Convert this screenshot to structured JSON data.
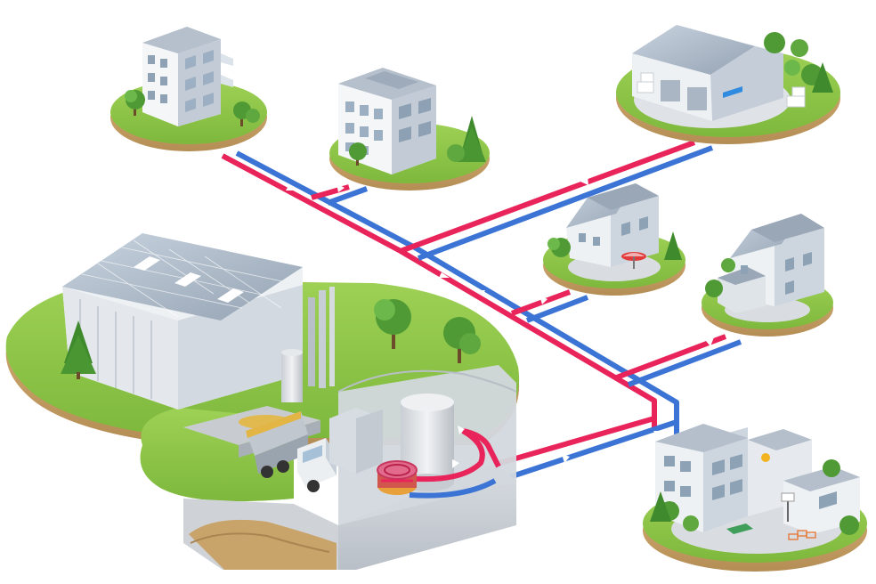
{
  "colors": {
    "supply_pipe": "#e8245a",
    "return_pipe": "#3b74d4",
    "grass": "#8ec545",
    "grass_dark": "#6fa534",
    "soil": "#c9a46a",
    "building_light": "#eef1f4",
    "building_mid": "#cfd6de",
    "building_dark": "#9aa5b1",
    "roof": "#8c97a6",
    "solar": "#b7c7da",
    "tree": "#3f8a2c",
    "tree_light": "#5eaa3d",
    "background": "#ffffff"
  },
  "scene": {
    "type": "district-heating-network",
    "plant": {
      "parts": [
        "biomass-plant-hall",
        "solar-roof",
        "chimney",
        "wood-chip-truck",
        "boiler",
        "storage-tank",
        "wood-chip-bunker"
      ]
    },
    "consumers": [
      "apartment-building-top-left",
      "apartment-building-top-center",
      "warehouse-top-right",
      "single-family-house-center",
      "single-family-house-right",
      "school-building-bottom-right"
    ],
    "pipes": [
      "supply-line",
      "return-line"
    ]
  }
}
